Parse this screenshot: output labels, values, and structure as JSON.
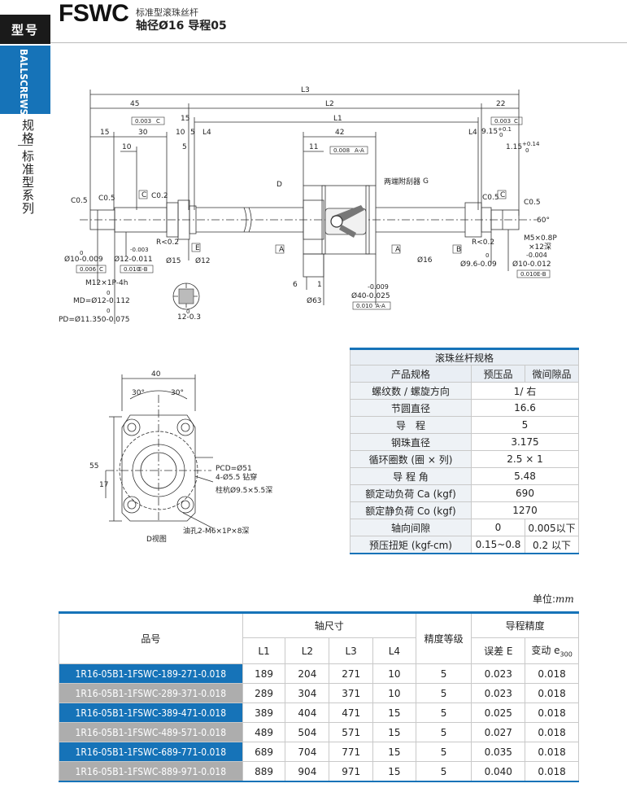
{
  "sidebar": {
    "tag": "型号",
    "band": "BALLSCREWS",
    "cat1": "规格",
    "cat2": "标准型系列"
  },
  "header": {
    "code": "FSWC",
    "sub1": "标准型滚珠丝杆",
    "sub2": "轴径Ø16 导程05"
  },
  "colors": {
    "accent": "#1673b8",
    "row_alt": "#adadad"
  },
  "drawing": {
    "dims_top": {
      "L3": "L3",
      "d45": "45",
      "L2": "L2",
      "d22": "22",
      "d15a": "15",
      "L1": "L1",
      "d15b": "15",
      "d30": "30",
      "d10a": "10",
      "d5a": "5",
      "L4a": "L4",
      "d42": "42",
      "L4b": "L4",
      "d915": "9.15",
      "d915tol": "+0.1",
      "d915tol0": "0",
      "d10b": "10",
      "d5b": "5",
      "d11": "11",
      "d115": "1.15",
      "d115tol": "+0.14",
      "d115tol0": "0"
    },
    "gtol": {
      "t1": "0.003",
      "t1r": "C",
      "t2": "0.008",
      "t2r": "A-A",
      "t3": "0.003",
      "t3r": "C"
    },
    "labels": {
      "c05a": "C0.5",
      "c05b": "C0.5",
      "c02a": "C0.2",
      "c05c": "C0.5",
      "c05d": "C0.5",
      "r02a": "R<0.2",
      "r02b": "R<0.2",
      "d": "D",
      "wiper": "两端附刮器",
      "e": "E",
      "a1": "A",
      "a2": "A",
      "b": "B",
      "c1": "C",
      "c2": "C",
      "g": "G",
      "deg60": "60°",
      "m5": "M5×0.8P",
      "m5d": "×12深"
    },
    "left_notes": {
      "phi10": "Ø10-0.009",
      "phi10top": "0",
      "phi12": "Ø12-0.011",
      "phi12top": "-0.003",
      "tol1": "0.006",
      "tol1r": "C",
      "tol2": "0.010",
      "tol2r": "E-B",
      "m12": "M12×1P-4h",
      "md": "MD=Ø12-0.112",
      "mdtop": "0",
      "pd": "PD=Ø11.350-0.075",
      "pdtop": "0",
      "phi15": "Ø15",
      "phi12b": "Ø12",
      "key": "12-0.3",
      "keytop": "0"
    },
    "mid_notes": {
      "d6": "6",
      "d1": "1",
      "phi63": "Ø63",
      "phi40": "Ø40-0.025",
      "phi40top": "-0.009",
      "tol3": "0.010",
      "tol3r": "A-A",
      "phi16": "Ø16"
    },
    "right_notes": {
      "phi96": "Ø9.6-0.09",
      "phi96top": "0",
      "phi10r": "Ø10-0.012",
      "phi10rtop": "-0.004",
      "tol4": "0.010",
      "tol4r": "E-B"
    },
    "flange": {
      "w40": "40",
      "a30l": "30°",
      "a30r": "30°",
      "h55": "55",
      "h17": "17",
      "pcd": "PCD=Ø51",
      "holes": "4-Ø5.5 钻穿",
      "cbore": "柱杭Ø9.5×5.5深",
      "oil": "油孔2-M6×1P×8深",
      "view": "D视图"
    }
  },
  "spec": {
    "title": "滚珠丝杆规格",
    "col_product": "产品规格",
    "col_preload": "预压品",
    "col_gap": "微间隙品",
    "rows": [
      {
        "label": "螺纹数 / 螺旋方向",
        "value": "1/ 右"
      },
      {
        "label": "节圆直径",
        "value": "16.6"
      },
      {
        "label": "导　程",
        "value": "5"
      },
      {
        "label": "钢珠直径",
        "value": "3.175"
      },
      {
        "label": "循环圈数 (圈 × 列)",
        "value": "2.5 × 1"
      },
      {
        "label": "导 程 角",
        "value": "5.48"
      },
      {
        "label": "额定动负荷 Ca (kgf)",
        "value": "690"
      },
      {
        "label": "额定静负荷 Co (kgf)",
        "value": "1270"
      }
    ],
    "backlash": {
      "label": "轴向间隙",
      "preload": "0",
      "gap": "0.005以下"
    },
    "torque": {
      "label": "预压扭矩 (kgf-cm)",
      "preload": "0.15~0.8",
      "gap": "0.2 以下"
    }
  },
  "unit": {
    "prefix": "单位:",
    "value": "mm"
  },
  "models": {
    "col_part": "品号",
    "col_shaft": "轴尺寸",
    "col_grade": "精度等级",
    "col_lead": "导程精度",
    "sub": {
      "l1": "L1",
      "l2": "L2",
      "l3": "L3",
      "l4": "L4",
      "err": "误差 E",
      "var": "变动 e",
      "var_sub": "300"
    },
    "rows": [
      {
        "part": "1R16-05B1-1FSWC-189-271-0.018",
        "l1": "189",
        "l2": "204",
        "l3": "271",
        "l4": "10",
        "grade": "5",
        "err": "0.023",
        "var": "0.018"
      },
      {
        "part": "1R16-05B1-1FSWC-289-371-0.018",
        "l1": "289",
        "l2": "304",
        "l3": "371",
        "l4": "10",
        "grade": "5",
        "err": "0.023",
        "var": "0.018"
      },
      {
        "part": "1R16-05B1-1FSWC-389-471-0.018",
        "l1": "389",
        "l2": "404",
        "l3": "471",
        "l4": "15",
        "grade": "5",
        "err": "0.025",
        "var": "0.018"
      },
      {
        "part": "1R16-05B1-1FSWC-489-571-0.018",
        "l1": "489",
        "l2": "504",
        "l3": "571",
        "l4": "15",
        "grade": "5",
        "err": "0.027",
        "var": "0.018"
      },
      {
        "part": "1R16-05B1-1FSWC-689-771-0.018",
        "l1": "689",
        "l2": "704",
        "l3": "771",
        "l4": "15",
        "grade": "5",
        "err": "0.035",
        "var": "0.018"
      },
      {
        "part": "1R16-05B1-1FSWC-889-971-0.018",
        "l1": "889",
        "l2": "904",
        "l3": "971",
        "l4": "15",
        "grade": "5",
        "err": "0.040",
        "var": "0.018"
      }
    ]
  }
}
